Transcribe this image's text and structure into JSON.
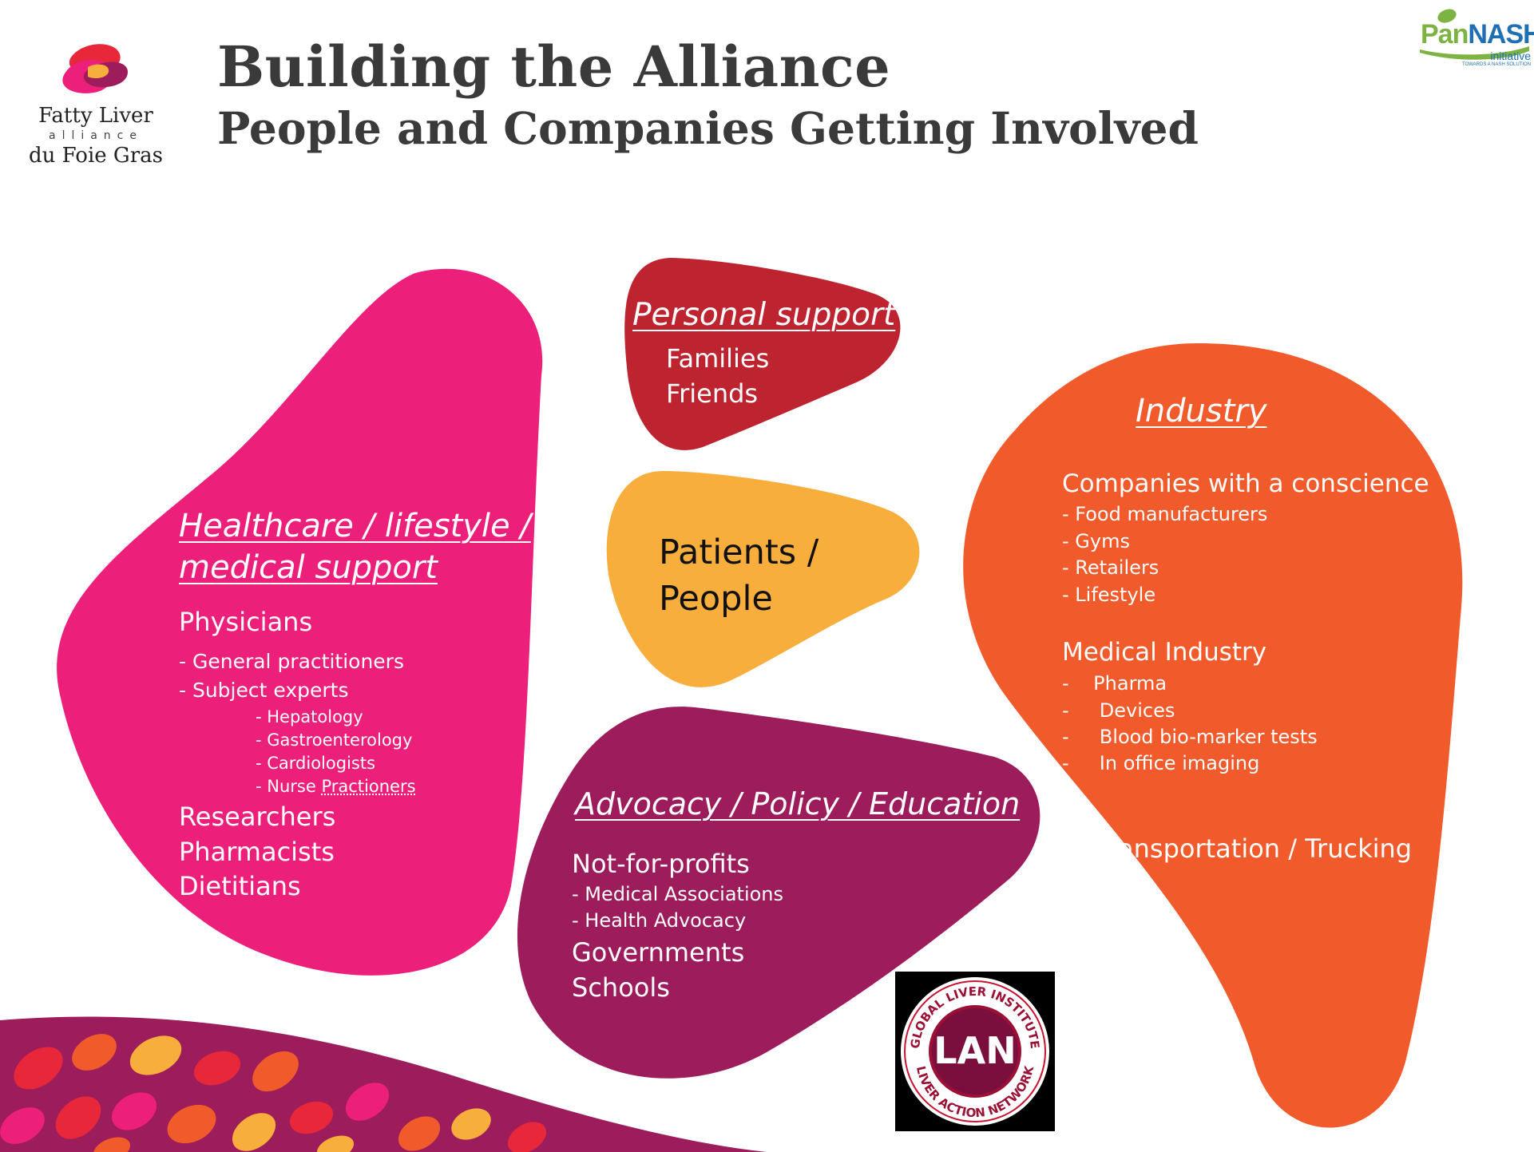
{
  "header": {
    "title": "Building the Alliance",
    "subtitle": "People and Companies Getting Involved"
  },
  "logos": {
    "fla": {
      "line1": "Fatty Liver",
      "line2": "alliance",
      "line3": "du Foie Gras"
    },
    "pannash": {
      "brand_a": "Pan",
      "brand_b": "NASH",
      "tag": "initiative",
      "small": "TOWARDS A NASH SOLUTION"
    },
    "lan": {
      "center": "LAN",
      "ring_top": "GLOBAL LIVER INSTITUTE",
      "ring_bottom": "LIVER ACTION NETWORK"
    }
  },
  "colors": {
    "healthcare": "#ec1f7a",
    "personal": "#be2330",
    "patients": "#f7ae3c",
    "advocacy": "#9c1c5c",
    "industry": "#f15a2b"
  },
  "healthcare": {
    "heading_1": "Healthcare / lifestyle /",
    "heading_2": "medical support",
    "physicians": "Physicians",
    "gp": "- General practitioners",
    "subject": "- Subject experts",
    "hep": "- Hepatology",
    "gastro": "- Gastroenterology",
    "cardio": "- Cardiologists",
    "nurse_prefix": "- Nurse ",
    "nurse_word": "Practioners",
    "researchers": "Researchers",
    "pharmacists": "Pharmacists",
    "dietitians": "Dietitians"
  },
  "personal": {
    "heading": "Personal support",
    "families": "Families",
    "friends": "Friends"
  },
  "patients": {
    "line1": "Patients /",
    "line2": "People"
  },
  "advocacy": {
    "heading": "Advocacy / Policy / Education",
    "nfp": "Not-for-profits",
    "med_assoc": "- Medical Associations",
    "health_adv": "- Health Advocacy",
    "govts": "Governments",
    "schools": "Schools"
  },
  "industry": {
    "heading": "Industry",
    "companies": "Companies with a conscience",
    "food": "- Food manufacturers",
    "gyms": "- Gyms",
    "retailers": "- Retailers",
    "lifestyle": "- Lifestyle",
    "medical": "Medical Industry",
    "pharma": "-    Pharma",
    "devices": "-     Devices",
    "blood": "-     Blood bio-marker tests",
    "imaging": "-     In office imaging",
    "transport": "Transportation / Trucking"
  }
}
